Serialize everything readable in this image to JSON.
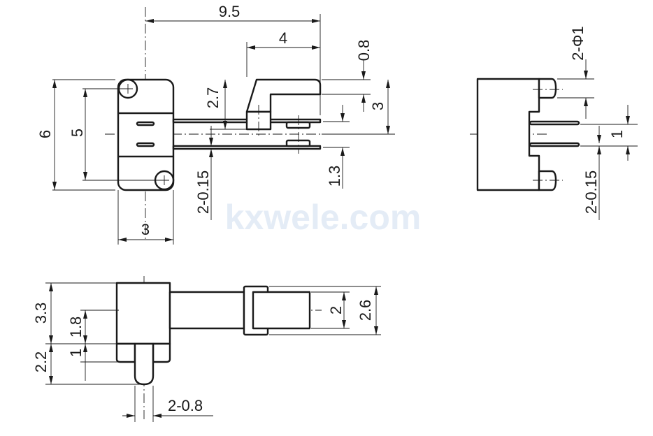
{
  "watermark": "kxwele.com",
  "top_view": {
    "dims": {
      "total_length": "9.5",
      "actuator_length": "4",
      "actuator_top": "0.8",
      "actuator_height": "3",
      "actuator_drop": "2.7",
      "lead_spacing": "1.3",
      "lead_thickness": "2-0.15",
      "body_height": "6",
      "hole_spacing": "5",
      "body_width": "3"
    }
  },
  "side_view": {
    "dims": {
      "pin_diameter": "2-Φ1",
      "lead_spacing": "1",
      "lead_thickness": "2-0.15"
    }
  },
  "front_view": {
    "dims": {
      "body_height": "3.3",
      "pin_length": "2.2",
      "center_height": "1.8",
      "leg_height": "1",
      "knob_height": "2",
      "collar_height": "2.6",
      "pin_width": "2-0.8"
    }
  }
}
